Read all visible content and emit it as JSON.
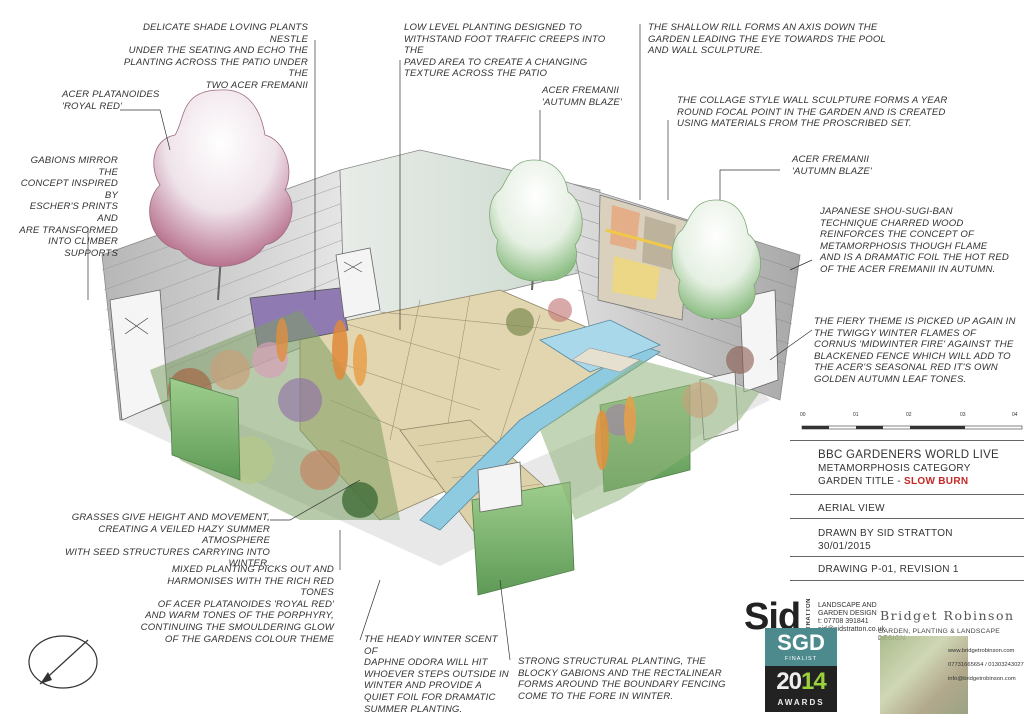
{
  "annotations": {
    "shade_plants": "DELICATE SHADE LOVING PLANTS NESTLE\nUNDER THE SEATING AND ECHO THE\nPLANTING ACROSS THE PATIO UNDER THE\nTWO ACER FREMANII",
    "low_planting": "LOW LEVEL PLANTING DESIGNED TO\nWITHSTAND FOOT TRAFFIC CREEPS INTO THE\nPAVED AREA TO CREATE A CHANGING\nTEXTURE ACROSS THE PATIO",
    "rill": "THE SHALLOW RILL FORMS AN AXIS DOWN THE\nGARDEN LEADING THE EYE TOWARDS THE POOL\nAND WALL SCULPTURE.",
    "acer_royal_red": "ACER PLATANOIDES\n'ROYAL RED'",
    "acer_blaze_1": "ACER FREMANII\n'AUTUMN BLAZE'",
    "sculpture": "THE COLLAGE STYLE WALL SCULPTURE FORMS A YEAR\nROUND FOCAL POINT IN THE GARDEN AND IS CREATED\nUSING MATERIALS FROM THE PROSCRIBED SET.",
    "gabions": "GABIONS MIRROR THE\nCONCEPT INSPIRED BY\nESCHER'S PRINTS AND\nARE TRANSFORMED\nINTO CLIMBER\nSUPPORTS",
    "acer_blaze_2": "ACER FREMANII\n'AUTUMN BLAZE'",
    "shou_sugi_ban": "JAPANESE SHOU-SUGI-BAN\nTECHNIQUE CHARRED WOOD\nREINFORCES THE CONCEPT OF\nMETAMORPHOSIS THOUGH FLAME\nAND IS A DRAMATIC FOIL THE HOT RED\nOF THE ACER FREMANII IN AUTUMN.",
    "fiery_theme": "THE FIERY THEME IS PICKED UP AGAIN IN\nTHE TWIGGY WINTER FLAMES OF\nCORNUS 'MIDWINTER FIRE' AGAINST THE\nBLACKENED FENCE WHICH WILL ADD TO\nTHE ACER'S SEASONAL RED IT'S OWN\nGOLDEN AUTUMN LEAF TONES.",
    "grasses": "GRASSES GIVE HEIGHT AND MOVEMENT,\nCREATING A VEILED HAZY SUMMER ATMOSPHERE\nWITH SEED STRUCTURES CARRYING INTO WINTER.",
    "mixed_planting": "MIXED PLANTING PICKS OUT AND\nHARMONISES WITH THE RICH RED TONES\nOF ACER PLATANOIDES 'ROYAL RED'\nAND WARM TONES OF THE PORPHYRY,\nCONTINUING THE SMOULDERING GLOW\nOF THE GARDENS COLOUR THEME",
    "daphne": "THE HEADY WINTER SCENT OF\nDAPHNE ODORA WILL HIT\nWHOEVER STEPS OUTSIDE IN\nWINTER AND PROVIDE A\nQUIET FOIL FOR DRAMATIC\nSUMMER PLANTING.",
    "structural": "STRONG STRUCTURAL PLANTING, THE\nBLOCKY GABIONS AND THE RECTALINEAR\nFORMS AROUND THE BOUNDARY FENCING\nCOME TO THE FORE IN WINTER."
  },
  "title_block": {
    "show": "BBC GARDENERS WORLD LIVE",
    "category": "METAMORPHOSIS CATEGORY",
    "garden_title_prefix": "GARDEN TITLE - ",
    "garden_title": "SLOW BURN",
    "view": "AERIAL VIEW",
    "drawn_by": "DRAWN BY SID STRATTON",
    "date": "30/01/2015",
    "drawing": "DRAWING P-01, REVISION 1",
    "scale_labels": [
      "00",
      "01",
      "02",
      "03",
      "04"
    ]
  },
  "logos": {
    "sid": "Sid",
    "stratton": "STRATTON",
    "sid_sub": "LANDSCAPE AND\nGARDEN DESIGN\nt: 07708 391841\nsid@sidstratton.co.uk",
    "sgd": "SGD",
    "finalist": "FINALIST",
    "year_a": "20",
    "year_b": "14",
    "awards": "AWARDS",
    "br_name": "Bridget Robinson",
    "br_sub": "GARDEN, PLANTING & LANDSCAPE DESIGN",
    "br_contact": "www.bridgetrobinson.com\n07731665654 / 01303243027\ninfo@bridgetrobinson.com"
  },
  "colors": {
    "accent_title": "#c62828",
    "paving": "#e2d6b0",
    "water": "#8fcbe0",
    "charred_wood": "#9a9a9a",
    "planting_green": "#76b068"
  }
}
